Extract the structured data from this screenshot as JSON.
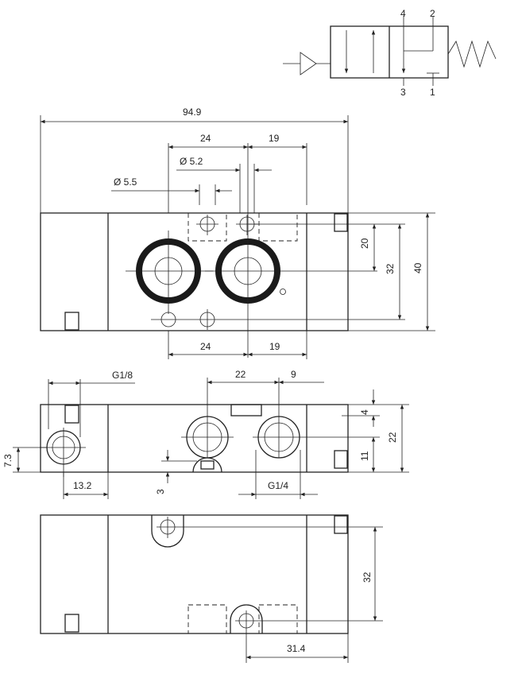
{
  "colors": {
    "line": "#222222",
    "background": "#ffffff",
    "ring": "#1a1a1a"
  },
  "symbol": {
    "ports": {
      "top_left": "4",
      "top_right": "2",
      "bottom_left": "3",
      "bottom_right": "1"
    }
  },
  "top_view": {
    "overall_width": "94.9",
    "dim_upper_24": "24",
    "dim_upper_19": "19",
    "dia_5_2": "Ø 5.2",
    "dia_5_5": "Ø 5.5",
    "dim_20": "20",
    "dim_32": "32",
    "dim_40": "40",
    "dim_lower_24": "24",
    "dim_lower_19": "19"
  },
  "side_view": {
    "thread_g18": "G1/8",
    "dim_22_h": "22",
    "dim_9": "9",
    "dim_4": "4",
    "dim_11": "11",
    "dim_22_v": "22",
    "dim_7_3": "7.3",
    "dim_13_2": "13.2",
    "dim_3": "3",
    "thread_g14": "G1/4"
  },
  "bottom_view": {
    "dim_32": "32",
    "dim_31_4": "31.4"
  }
}
